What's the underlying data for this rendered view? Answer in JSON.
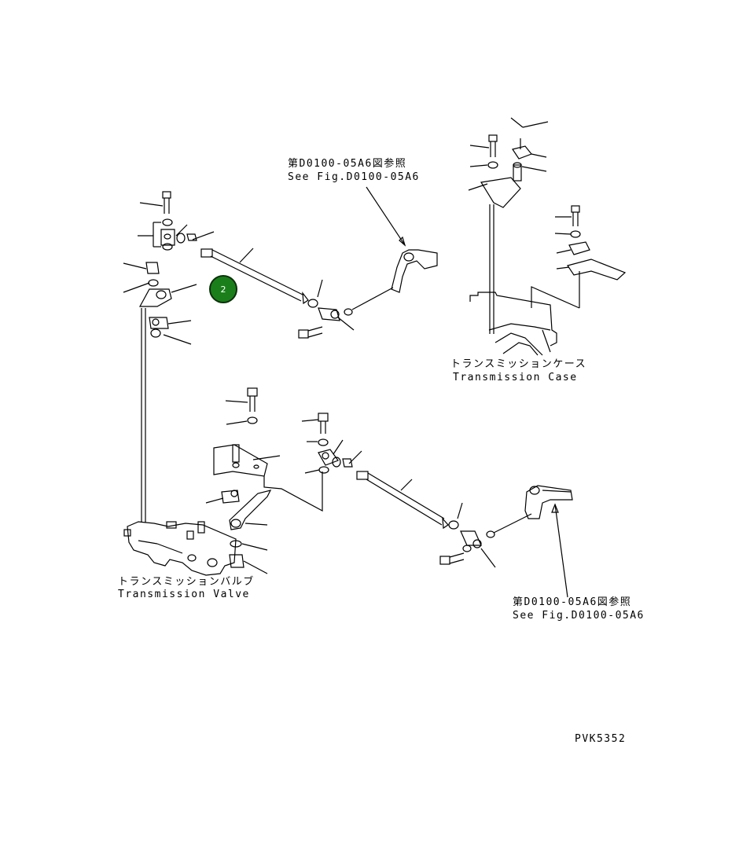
{
  "references": {
    "upper": {
      "jp": "第D0100-05A6図参照",
      "en": "See Fig.D0100-05A6"
    },
    "lower": {
      "jp": "第D0100-05A6図参照",
      "en": "See Fig.D0100-05A6"
    }
  },
  "transmission_case": {
    "jp": "トランスミッションケース",
    "en": "Transmission Case"
  },
  "transmission_valve": {
    "jp": "トランスミッションバルブ",
    "en": "Transmission Valve"
  },
  "part_marker": {
    "number": "2",
    "color": "#1a7f1a"
  },
  "drawing_code": "PVK5352"
}
